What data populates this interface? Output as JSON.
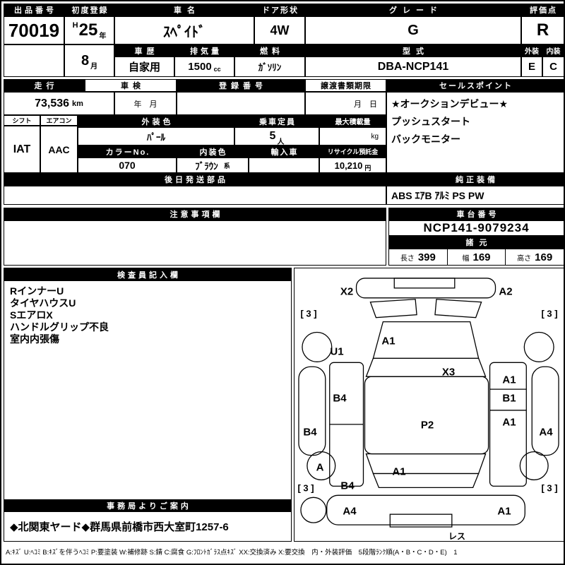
{
  "top": {
    "auction_no_label": "出品番号",
    "auction_no": "70019",
    "first_reg_label": "初度登録",
    "era": "H",
    "reg_year": "25",
    "year_suffix": "年",
    "reg_month": "8",
    "month_suffix": "月",
    "car_name_label": "車名",
    "car_name": "ｽﾍﾟｲﾄﾞ",
    "door_label": "ドア形状",
    "door": "4W",
    "grade_label": "グレード",
    "grade": "G",
    "score_label": "評価点",
    "score": "R",
    "history_label": "車歴",
    "history": "自家用",
    "displacement_label": "排気量",
    "displacement": "1500",
    "displacement_unit": "cc",
    "fuel_label": "燃料",
    "fuel": "ｶﾞｿﾘﾝ",
    "model_label": "型式",
    "model": "DBA-NCP141",
    "exterior_label": "外装",
    "exterior_grade": "E",
    "interior_label": "内装",
    "interior_grade": "C"
  },
  "mileage_row": {
    "mileage_label": "走行",
    "mileage": "73,536",
    "mileage_unit": "km",
    "shaken_label": "車検",
    "shaken_value": "年　月",
    "registration_label": "登録番号",
    "transfer_label": "譲渡書類期限",
    "transfer_value": "月　日"
  },
  "sales": {
    "label": "セールスポイント",
    "points": [
      "★オークションデビュー★",
      "プッシュスタート",
      "バックモニター"
    ]
  },
  "equipment": {
    "label": "純正装備",
    "value": "ABS ｴｱB ｱﾙﾐ PS PW"
  },
  "spec_row": {
    "shift_label": "シフト",
    "shift": "IAT",
    "aircon_label": "エアコン",
    "aircon": "AAC",
    "ext_color_label": "外装色",
    "ext_color": "ﾊﾟｰﾙ",
    "capacity_label": "乗車定員",
    "capacity": "5",
    "capacity_unit": "人",
    "max_load_label": "最大積載量",
    "max_load_unit": "kg",
    "color_no_label": "カラーNo.",
    "color_no": "070",
    "int_color_label": "内装色",
    "int_color": "ﾌﾞﾗｳﾝ",
    "int_color_suffix": "系",
    "import_label": "輸入車",
    "recycle_label": "リサイクル預託金",
    "recycle_value": "10,210",
    "recycle_unit": "円"
  },
  "later_parts": {
    "label": "後日発送部品"
  },
  "notes": {
    "label": "注意事項欄"
  },
  "chassis": {
    "label": "車台番号",
    "value": "NCP141-9079234",
    "spec_label": "諸元",
    "length_label": "長さ",
    "length": "399",
    "width_label": "幅",
    "width": "169",
    "height_label": "高さ",
    "height": "169"
  },
  "inspector": {
    "label": "検査員記入欄",
    "lines": [
      "RインナーU",
      "タイヤハウスU",
      "SエアロX",
      "ハンドルグリップ不良",
      "室内内張傷"
    ]
  },
  "office": {
    "label": "事務局よりご案内",
    "address": "◆北関東ヤード◆群馬県前橋市西大室町1257-6"
  },
  "diagram": {
    "corner_front_left": "X2",
    "corner_front_right": "A2",
    "tread_front_left": "[ 3 ]",
    "tread_front_right": "[ 3 ]",
    "hood": "A1",
    "fender_front_left": "U1",
    "windshield": "X3",
    "panel_right_front": "A1",
    "door_left": "B4",
    "door_right_front": "B1",
    "roof": "P2",
    "door_right_rear": "A1",
    "sill_left": "B4",
    "sill_right": "A4",
    "wheel_rear_left": "A",
    "rear_window": "A1",
    "quarter_left": "B4",
    "tread_rear_left": "[ 3 ]",
    "tread_rear_right": "[ 3 ]",
    "bumper_rear_left": "A4",
    "bumper_rear_right": "A1",
    "plate_note": "レス"
  },
  "legend": "A:ｷｽﾞ U:ﾍｺﾐ B:ｷｽﾞを伴うﾍｺﾐ P:要塗装 W:補修跡 S:錆 C:腐食 G:ﾌﾛﾝﾄｶﾞﾗｽ点ｷｽﾞ XX:交換済み X:要交換　内・外装評価　5段階ﾗﾝｸ順(A・B・C・D・E)　1"
}
